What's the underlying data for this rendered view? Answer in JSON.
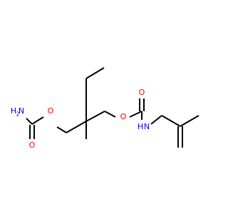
{
  "molecule": {
    "colors": {
      "bond": "#000000",
      "oxygen": "#ff0000",
      "nitrogen": "#0000ff"
    },
    "atoms": {
      "nh2_n": "N",
      "nh2_h": "H",
      "nh2_sub": "2",
      "o_ester_left": "O",
      "o_carbonyl_left": "O",
      "o_ester_right": "O",
      "o_carbonyl_right": "O",
      "nh_n": "N",
      "nh_h": "H"
    }
  }
}
